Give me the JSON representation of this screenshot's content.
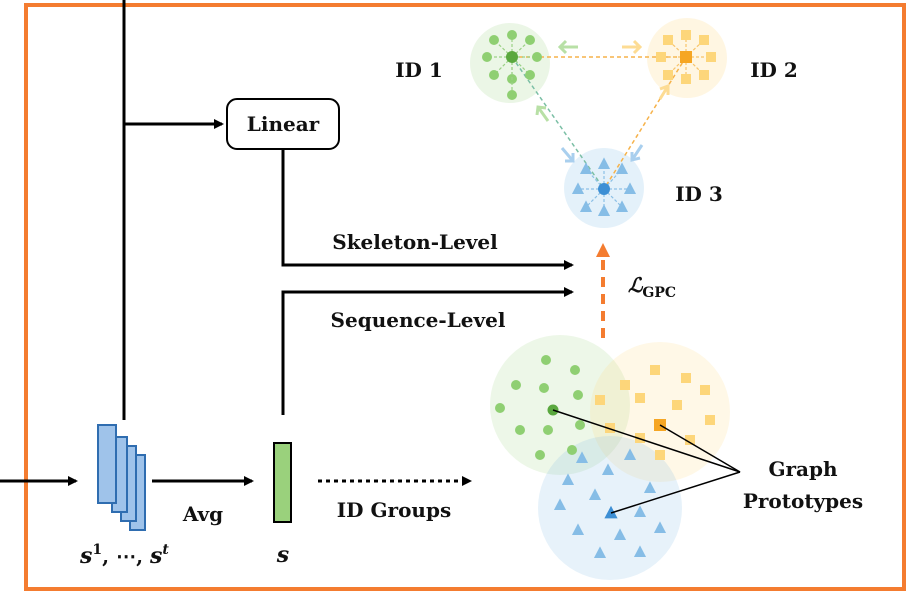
{
  "labels": {
    "linear": "Linear",
    "skeleton_level": "Skeleton-Level",
    "sequence_level": "Sequence-Level",
    "avg": "Avg",
    "id_groups": "ID Groups",
    "graph": "Graph",
    "prototypes": "Prototypes",
    "id1": "ID 1",
    "id2": "ID 2",
    "id3": "ID 3",
    "loss_symbol": "ℒ",
    "loss_subscript": "GPC",
    "seq_main": "s",
    "seq_sup1": "1",
    "seq_sep": ", ⋯, ",
    "seq_sup_t": "t",
    "seq_avg": "s"
  },
  "colors": {
    "frame": "#f47c30",
    "green": "#8fcf72",
    "green_center": "#5aa83e",
    "yellow": "#fdd67a",
    "yellow_center": "#f6a623",
    "blue": "#86bde6",
    "blue_center": "#3d8fd4",
    "seq_block": "#9fc3ea",
    "avg_block": "#9ad17c"
  },
  "icons": {
    "prototype_green": "circle",
    "prototype_yellow": "square",
    "prototype_blue": "triangle"
  }
}
